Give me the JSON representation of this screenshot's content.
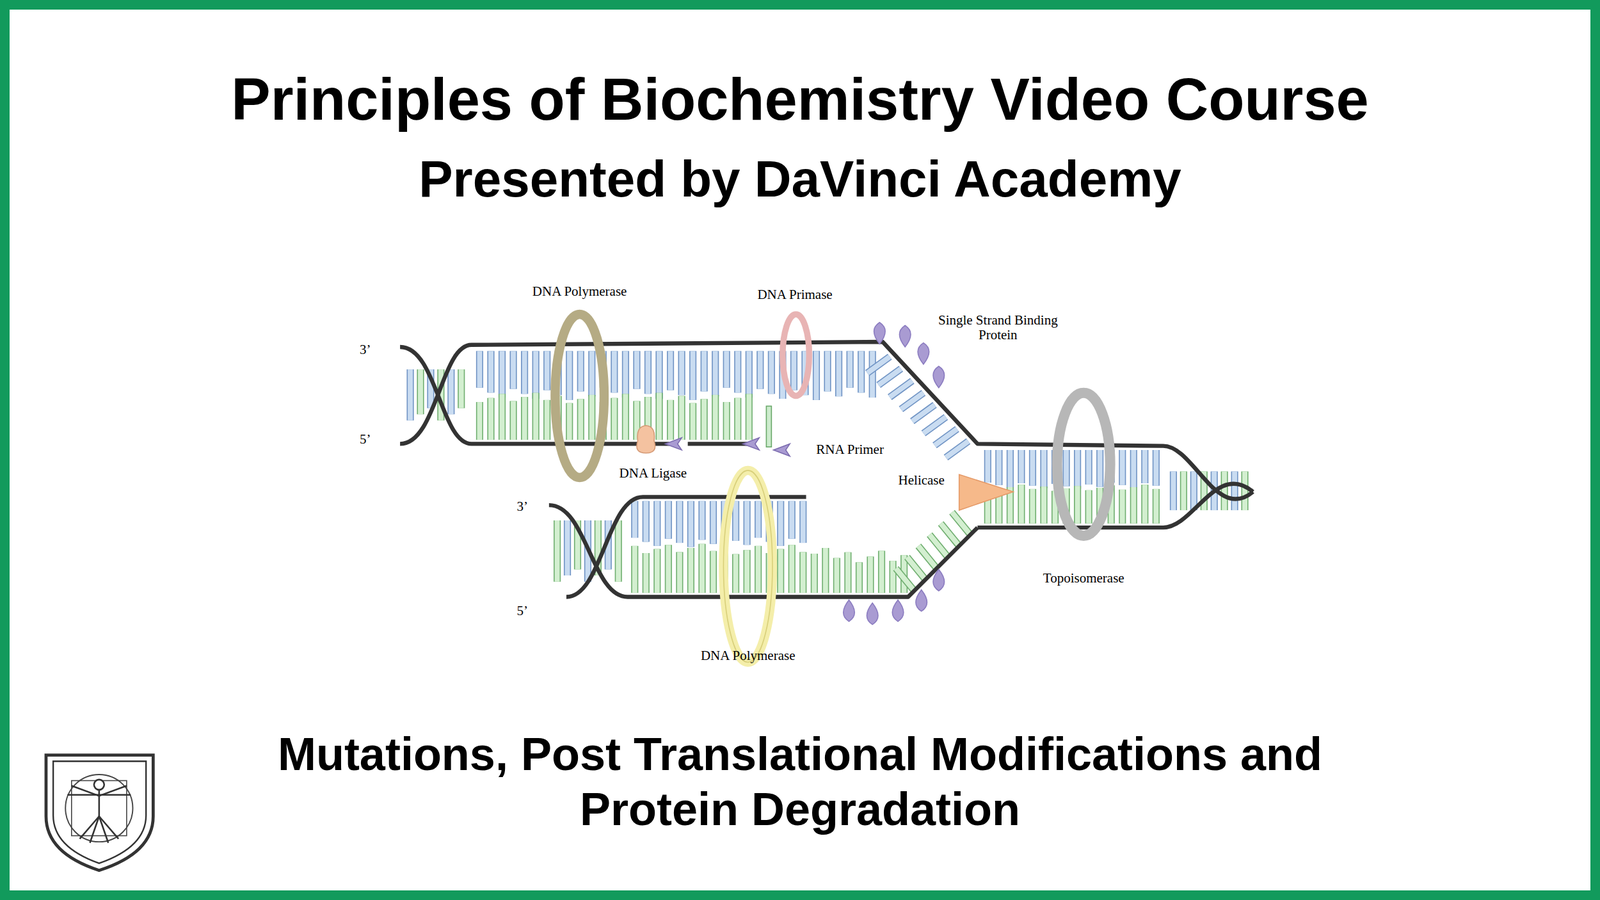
{
  "diagram": {
    "title": "Principles of Biochemistry Video Course",
    "caption": "Mutations, Post Translational Modifications and Protein Degradation",
    "labels": [
      "Presented by DaVinci Academy",
      "DNA Polymerase",
      "DNA Primase",
      "Single Strand Binding Protein",
      "3’",
      "5’",
      "RNA Primer",
      "DNA Ligase",
      "Helicase",
      "3’",
      "5’",
      "Topoisomerase",
      "DNA Polymerase"
    ]
  }
}
